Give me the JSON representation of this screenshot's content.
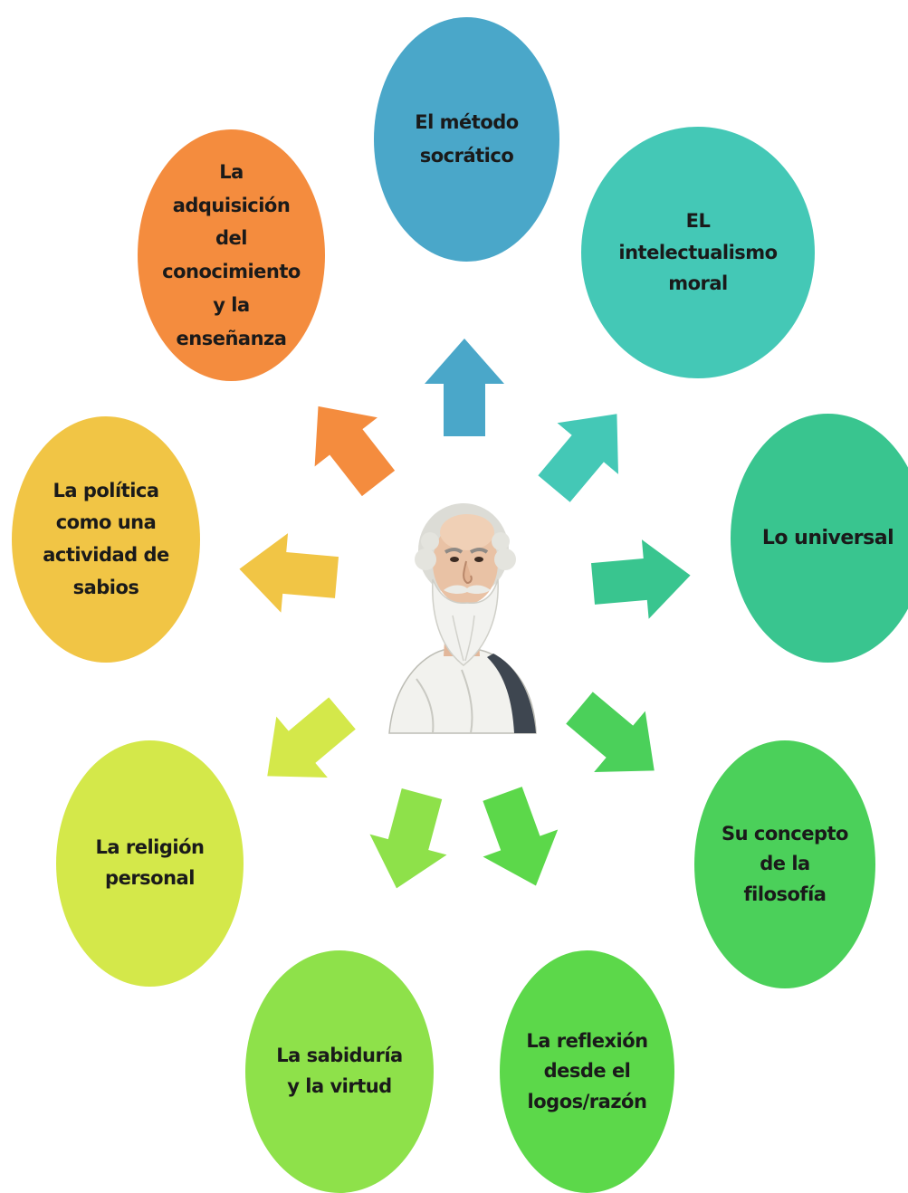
{
  "diagram": {
    "nodes": [
      {
        "id": "n1",
        "label": "El método\nsocrático",
        "color": "#4aa7c9"
      },
      {
        "id": "n2",
        "label": "EL\nintelectualismo\nmoral",
        "color": "#44c8b6"
      },
      {
        "id": "n3",
        "label": "Lo universal",
        "color": "#39c58f"
      },
      {
        "id": "n4",
        "label": "Su concepto\nde  la\nfilosofía",
        "color": "#4bd05a"
      },
      {
        "id": "n5",
        "label": "La reflexión\ndesde el\nlogos/razón",
        "color": "#5cd84a"
      },
      {
        "id": "n6",
        "label": "La sabiduría\ny la virtud",
        "color": "#8ee14a"
      },
      {
        "id": "n7",
        "label": "La religión\npersonal",
        "color": "#d4e84a"
      },
      {
        "id": "n8",
        "label": "La política\ncomo una\nactividad de\nsabios",
        "color": "#f1c545"
      },
      {
        "id": "n9",
        "label": "La\nadquisición\ndel\nconocimiento\ny la\nenseñanza",
        "color": "#f48c3e"
      }
    ],
    "center_image": "socrates-portrait",
    "arrow_colors": [
      "#4aa7c9",
      "#44c8b6",
      "#39c58f",
      "#4bd05a",
      "#5cd84a",
      "#8ee14a",
      "#d4e84a",
      "#f1c545",
      "#f48c3e"
    ]
  }
}
